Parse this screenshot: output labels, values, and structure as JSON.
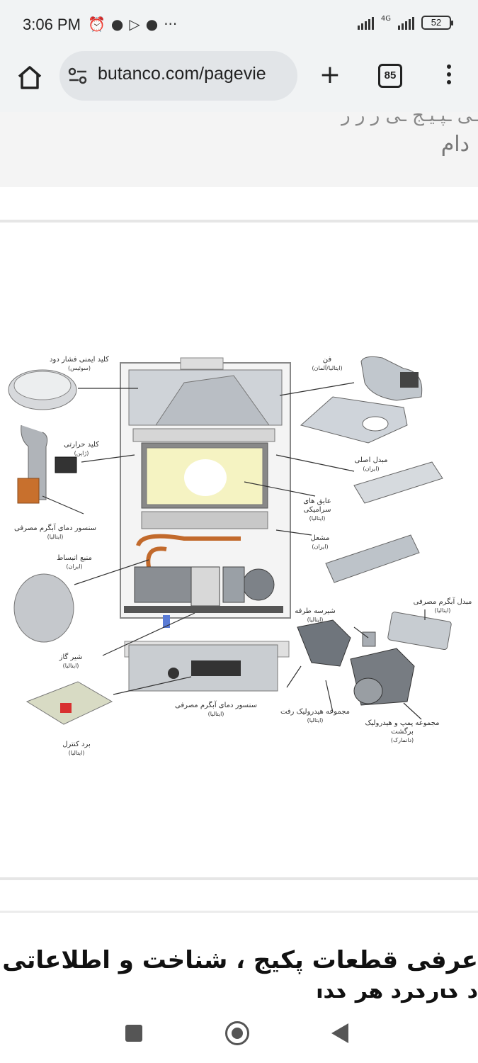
{
  "status_bar": {
    "time": "3:06 PM",
    "network": "4G",
    "battery": "52",
    "more": "···"
  },
  "browser": {
    "url": "butanco.com/pagevie",
    "tab_count": "85",
    "new_tab": "+"
  },
  "article": {
    "top_text_fragment": "ـى ـپـيـج ـى ر ر ر",
    "top_text_line2": "دام",
    "heading_line1": "عرفی قطعات پکیج ، شناخت و اطلاعاتی در",
    "heading_line2": "د کارکرد هر کدا"
  },
  "diagram_labels": {
    "smoke_pressure_switch": "کلید ایمنی فشار دود",
    "smoke_pressure_switch_origin": "(سوئیس)",
    "fan": "فن",
    "fan_origin": "(ایتالیا/آلمان)",
    "thermal_switch": "کلید حرارتی",
    "thermal_switch_origin": "(ژاپن)",
    "main_exchanger": "مبدل اصلی",
    "main_exchanger_origin": "(ایران)",
    "ceramic_insulation": "عایق های",
    "ceramic_insulation_2": "سرامیکی",
    "ceramic_insulation_origin": "(ایتالیا)",
    "dhw_temp_sensor_left": "سنسور دمای آبگرم مصرفی",
    "dhw_temp_sensor_left_origin": "(ایتالیا)",
    "burner": "مشعل",
    "burner_origin": "(ایران)",
    "expansion_tank": "منبع انبساط",
    "expansion_tank_origin": "(ایران)",
    "dhw_exchanger": "مبدل آبگرم مصرفی",
    "dhw_exchanger_origin": "(ایتالیا)",
    "three_way_valve": "شیرسه طرفه",
    "three_way_valve_origin": "(ایتالیا)",
    "gas_valve": "شیر گاز",
    "gas_valve_origin": "(ایتالیا)",
    "dhw_temp_sensor_bottom": "سنسور دمای آبگرم مصرفی",
    "dhw_temp_sensor_bottom_origin": "(ایتالیا)",
    "supply_hydraulic": "مجموعه هیدرولیک رفت",
    "supply_hydraulic_origin": "(ایتالیا)",
    "pump_hydraulic": "مجموعه پمپ و هیدرولیک",
    "pump_hydraulic_2": "برگشت",
    "pump_hydraulic_origin": "(دانمارک)",
    "control_board": "برد کنترل",
    "control_board_origin": "(ایتالیا)"
  }
}
